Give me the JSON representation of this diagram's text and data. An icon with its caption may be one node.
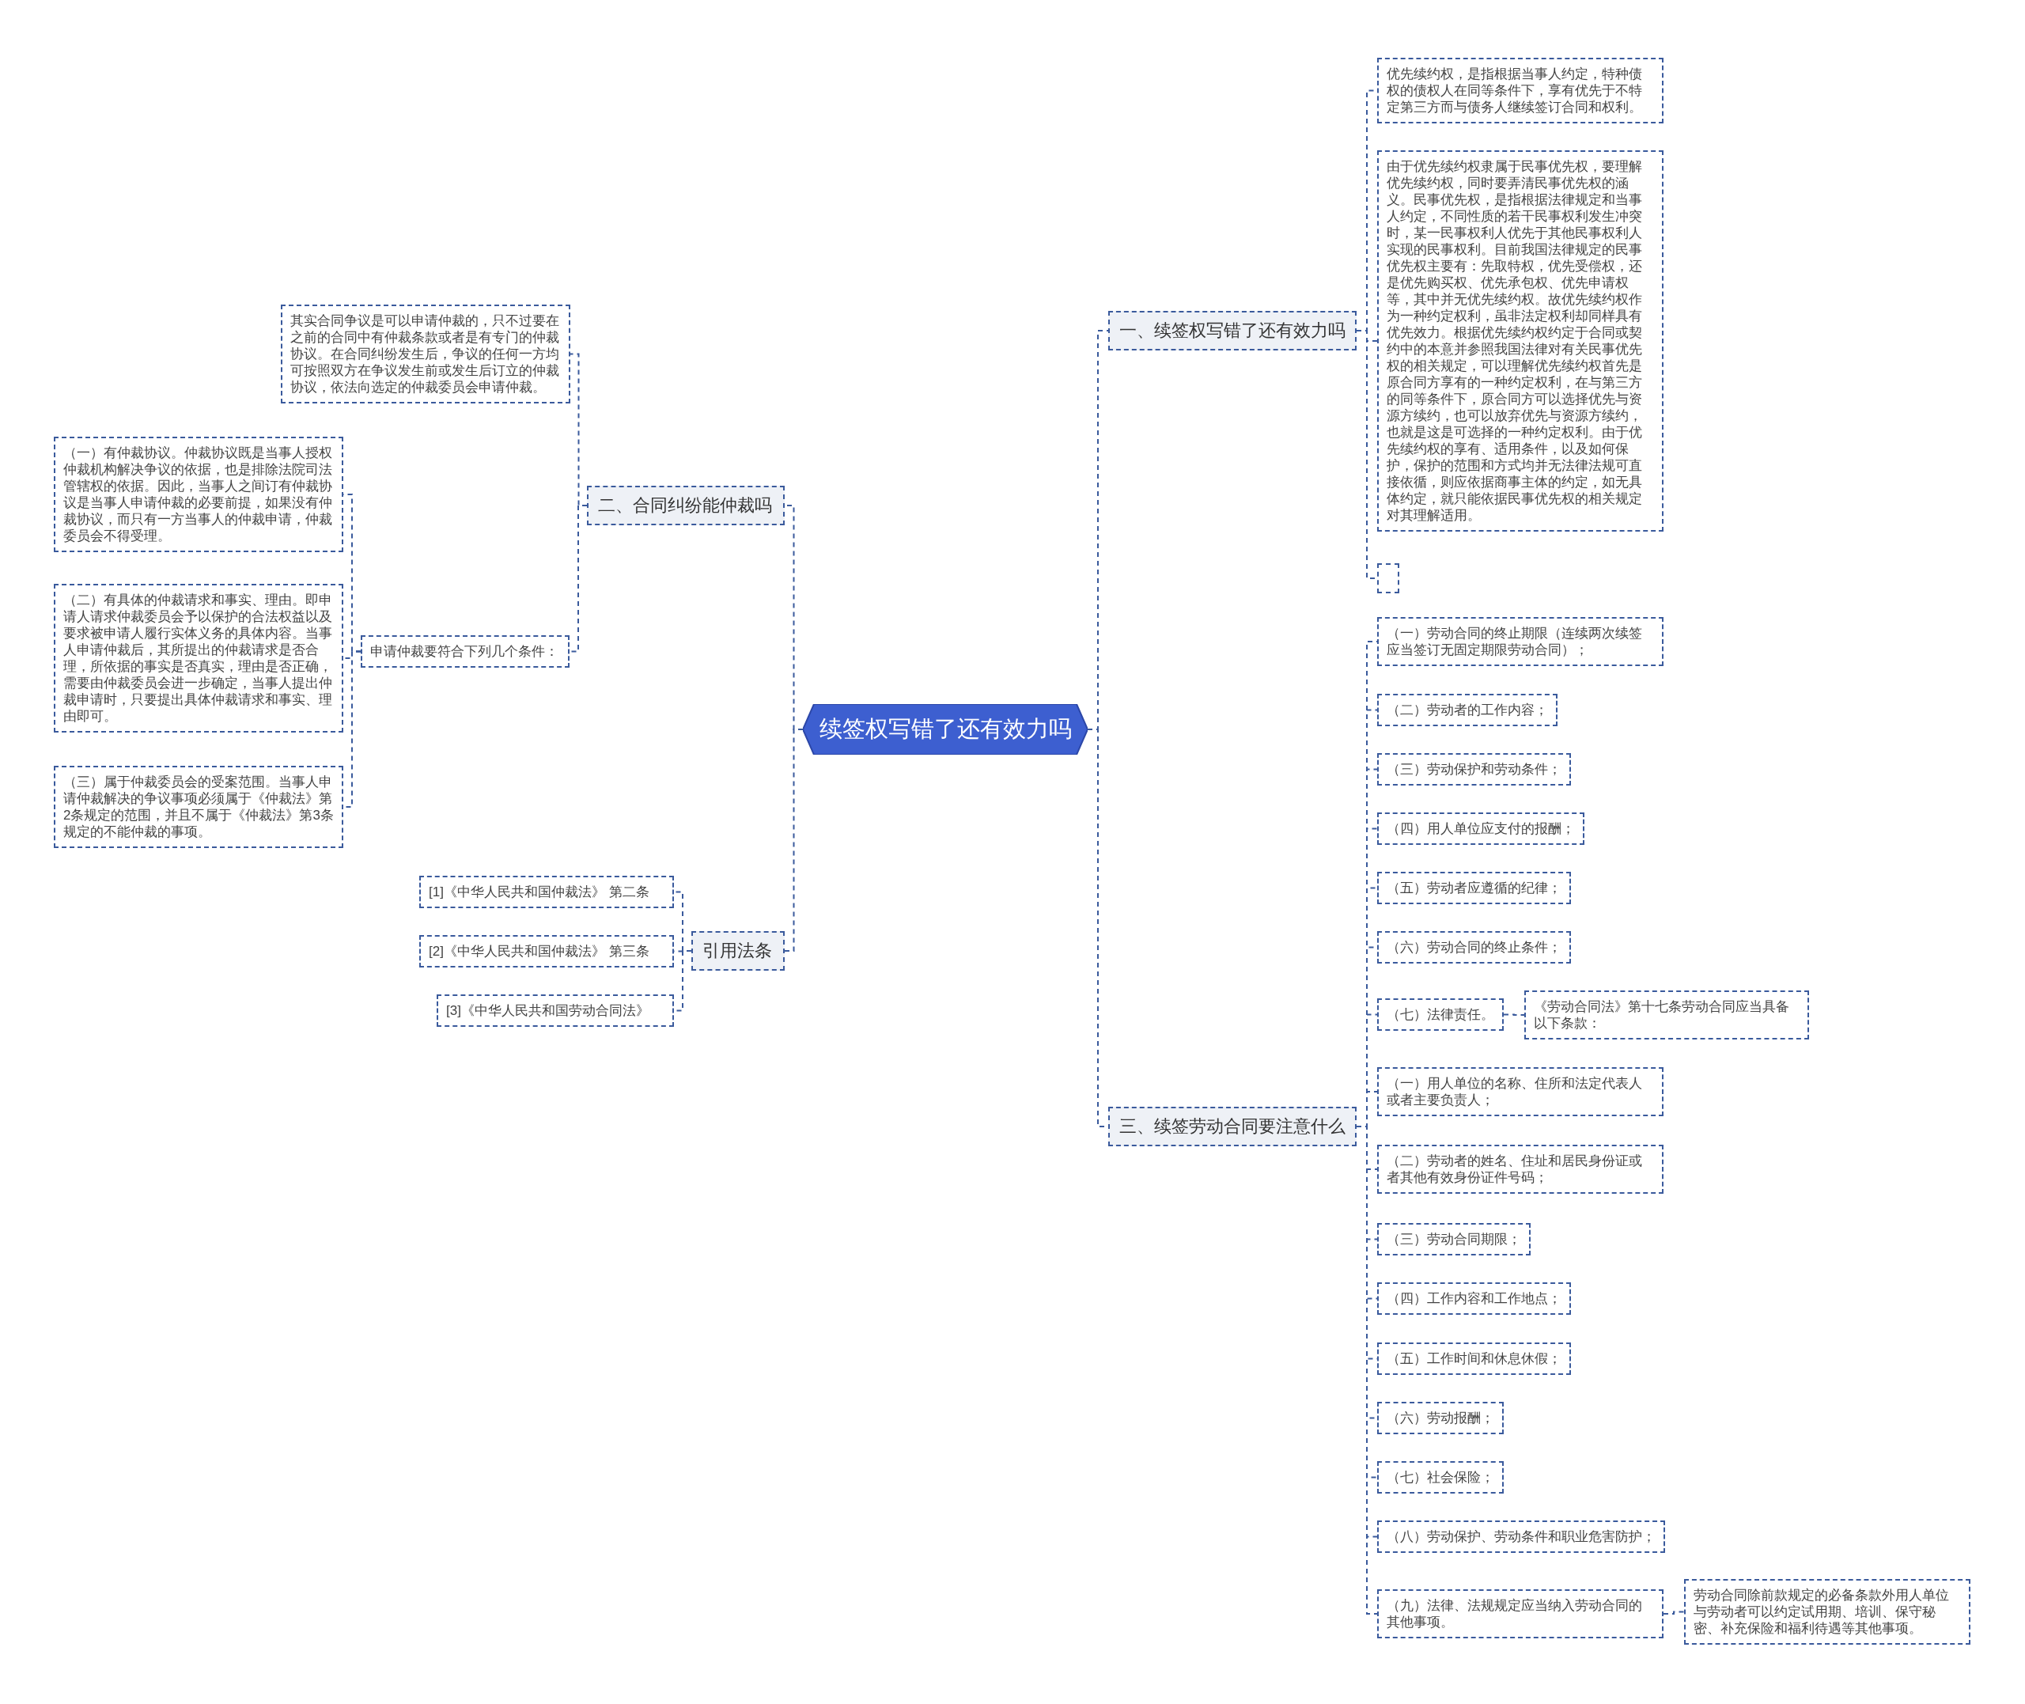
{
  "diagram": {
    "nodes": [
      {
        "text": [
          "续签权写错了还有效力吗"
        ]
      },
      {
        "text": [
          "一、续签权写错了还有效力吗"
        ]
      },
      {
        "text": [
          "优先续约权，是指根据当事人约定，特种债权的债权人在同等条件下，享有优先于不特定第三方而与债务人继续签订合同和权利。"
        ]
      },
      {
        "text": [
          "由于优先续约权隶属于民事优先权，要理解优先续约权，同时要弄清民事优先权的涵义。民事优先权，是指根据法律规定和当事人约定，不同性质的若干民事权利发生冲突时，某一民事权利人优先于其他民事权利人实现的民事权利。目前我国法律规定的民事优先权主要有：先取特权，优先受偿权，还是优先购买权、优先承包权、优先申请权等，其中并无优先续约权。故优先续约权作为一种约定权利，虽非法定权利却同样具有优先效力。根据优先续约权约定于合同或契约中的本意并参照我国法律对有关民事优先权的相关规定，可以理解优先续约权首先是原合同方享有的一种约定权利，在与第三方的同等条件下，原合同方可以选择优先与资源方续约，也可以放弃优先与资源方续约，也就是这是可选择的一种约定权利。由于优先续约权的享有、适用条件，以及如何保护，保护的范围和方式均并无法律法规可直接依循，则应依据商事主体的约定，如无具体约定，就只能依据民事优先权的相关规定对其理解适用。"
        ]
      },
      {
        "text": [],
        "shape": "box"
      },
      {
        "text": [
          "三、续签劳动合同要注意什么"
        ]
      },
      {
        "text": [
          "（一）劳动合同的终止期限（连续两次续签应当签订无固定期限劳动合同）；"
        ]
      },
      {
        "text": [
          "（二）劳动者的工作内容；"
        ]
      },
      {
        "text": [
          "（三）劳动保护和劳动条件；"
        ]
      },
      {
        "text": [
          "（四）用人单位应支付的报酬；"
        ]
      },
      {
        "text": [
          "（五）劳动者应遵循的纪律；"
        ]
      },
      {
        "text": [
          "（六）劳动合同的终止条件；"
        ]
      },
      {
        "text": [
          "（七）法律责任。"
        ]
      },
      {
        "text": [
          "《劳动合同法》第十七条劳动合同应当具备以下条款："
        ]
      },
      {
        "text": [
          "（一）用人单位的名称、住所和法定代表人或者主要负责人；"
        ]
      },
      {
        "text": [
          "（二）劳动者的姓名、住址和居民身份证或者其他有效身份证件号码；"
        ]
      },
      {
        "text": [
          "（三）劳动合同期限；"
        ]
      },
      {
        "text": [
          "（四）工作内容和工作地点；"
        ]
      },
      {
        "text": [
          "（五）工作时间和休息休假；"
        ]
      },
      {
        "text": [
          "（六）劳动报酬；"
        ]
      },
      {
        "text": [
          "（七）社会保险；"
        ]
      },
      {
        "text": [
          "（八）劳动保护、劳动条件和职业危害防护；"
        ]
      },
      {
        "text": [
          "（九）法律、法规规定应当纳入劳动合同的其他事项。"
        ]
      },
      {
        "text": [
          "劳动合同除前款规定的必备条款外用人单位与劳动者可以约定试用期、培训、保守秘密、补充保险和福利待遇等其他事项。"
        ]
      },
      {
        "text": [
          "二、合同纠纷能仲裁吗"
        ]
      },
      {
        "text": [
          "其实合同争议是可以申请仲裁的，只不过要在之前的合同中有仲裁条款或者是有专门的仲裁协议。在合同纠纷发生后，争议的任何一方均可按照双方在争议发生前或发生后订立的仲裁协议，依法向选定的仲裁委员会申请仲裁。"
        ]
      },
      {
        "text": [
          "申请仲裁要符合下列几个条件："
        ]
      },
      {
        "text": [
          "（一）有仲裁协议。仲裁协议既是当事人授权仲裁机构解决争议的依据，也是排除法院司法管辖权的依据。因此，当事人之间订有仲裁协议是当事人申请仲裁的必要前提，如果没有仲裁协议，而只有一方当事人的仲裁申请，仲裁委员会不得受理。"
        ]
      },
      {
        "text": [
          "（二）有具体的仲裁请求和事实、理由。即申请人请求仲裁委员会予以保护的合法权益以及要求被申请人履行实体义务的具体内容。当事人申请仲裁后，其所提出的仲裁请求是否合理，所依据的事实是否真实，理由是否正确，需要由仲裁委员会进一步确定，当事人提出仲裁申请时，只要提出具体仲裁请求和事实、理由即可。"
        ]
      },
      {
        "text": [
          "（三）属于仲裁委员会的受案范围。当事人申请仲裁解决的争议事项必须属于《仲裁法》第2条规定的范围，并且不属于《仲裁法》第3条规定的不能仲裁的事项。"
        ]
      },
      {
        "text": [
          "引用法条"
        ]
      },
      {
        "text": [
          "[1]《中华人民共和国仲裁法》 第二条"
        ]
      },
      {
        "text": [
          "[2]《中华人民共和国仲裁法》 第三条"
        ]
      },
      {
        "text": [
          "[3]《中华人民共和国劳动合同法》"
        ]
      }
    ],
    "edges": [
      {
        "from": 0,
        "to": 1,
        "arrow": "none"
      },
      {
        "from": 1,
        "to": 2,
        "arrow": "none"
      },
      {
        "from": 1,
        "to": 3,
        "arrow": "none"
      },
      {
        "from": 1,
        "to": 4,
        "arrow": "none"
      },
      {
        "from": 0,
        "to": 5,
        "arrow": "none"
      },
      {
        "from": 5,
        "to": 6,
        "arrow": "none"
      },
      {
        "from": 5,
        "to": 7,
        "arrow": "none"
      },
      {
        "from": 5,
        "to": 8,
        "arrow": "none"
      },
      {
        "from": 5,
        "to": 9,
        "arrow": "none"
      },
      {
        "from": 5,
        "to": 10,
        "arrow": "none"
      },
      {
        "from": 5,
        "to": 11,
        "arrow": "none"
      },
      {
        "from": 5,
        "to": 12,
        "arrow": "none"
      },
      {
        "from": 12,
        "to": 13,
        "arrow": "none"
      },
      {
        "from": 5,
        "to": 14,
        "arrow": "none"
      },
      {
        "from": 5,
        "to": 15,
        "arrow": "none"
      },
      {
        "from": 5,
        "to": 16,
        "arrow": "none"
      },
      {
        "from": 5,
        "to": 17,
        "arrow": "none"
      },
      {
        "from": 5,
        "to": 18,
        "arrow": "none"
      },
      {
        "from": 5,
        "to": 19,
        "arrow": "none"
      },
      {
        "from": 5,
        "to": 20,
        "arrow": "none"
      },
      {
        "from": 5,
        "to": 21,
        "arrow": "none"
      },
      {
        "from": 5,
        "to": 22,
        "arrow": "none"
      },
      {
        "from": 22,
        "to": 23,
        "arrow": "none"
      },
      {
        "from": 0,
        "to": 24,
        "arrow": "none"
      },
      {
        "from": 24,
        "to": 25,
        "arrow": "none"
      },
      {
        "from": 24,
        "to": 26,
        "arrow": "none"
      },
      {
        "from": 26,
        "to": 27,
        "arrow": "none"
      },
      {
        "from": 26,
        "to": 28,
        "arrow": "none"
      },
      {
        "from": 26,
        "to": 29,
        "arrow": "none"
      },
      {
        "from": 0,
        "to": 30,
        "arrow": "none"
      },
      {
        "from": 30,
        "to": 31,
        "arrow": "none"
      },
      {
        "from": 30,
        "to": 32,
        "arrow": "none"
      },
      {
        "from": 30,
        "to": 33,
        "arrow": "none"
      }
    ]
  }
}
